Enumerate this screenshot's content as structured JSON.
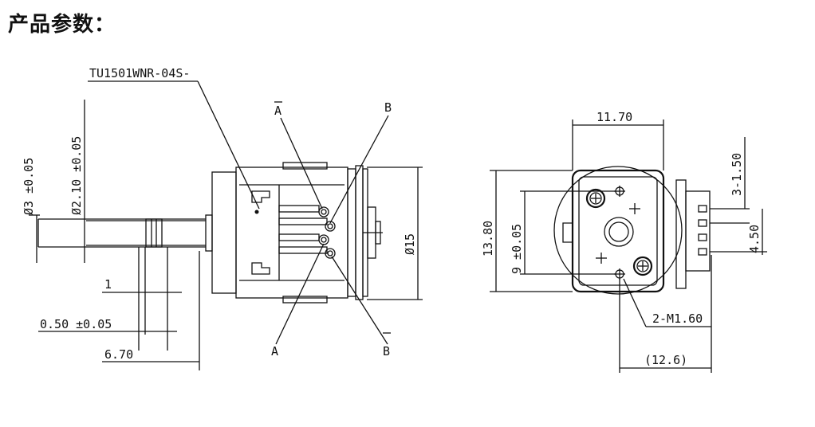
{
  "heading": "产品参数：",
  "part_number": "TU1501WNR-04S-",
  "side_view": {
    "dim_shaft_dia": "Ø3 ±0.05",
    "dim_flat_dia": "Ø2.10 ±0.05",
    "dim_flat_len": "1",
    "dim_flat_tol": "0.50 ±0.05",
    "dim_shaft_len": "6.70",
    "dim_body_dia": "Ø15",
    "pin_label_a_bar_top": "A",
    "pin_label_b_top": "B",
    "pin_label_a_bottom": "A",
    "pin_label_b_bar_bottom": "B"
  },
  "front_view": {
    "dim_width": "11.70",
    "dim_height": "13.80",
    "dim_hole_spacing": "9 ±0.05",
    "dim_pin_pitch": "3-1.50",
    "dim_connector": "4.50",
    "dim_screw": "2-M1.60",
    "dim_reference": "(12.6)"
  }
}
